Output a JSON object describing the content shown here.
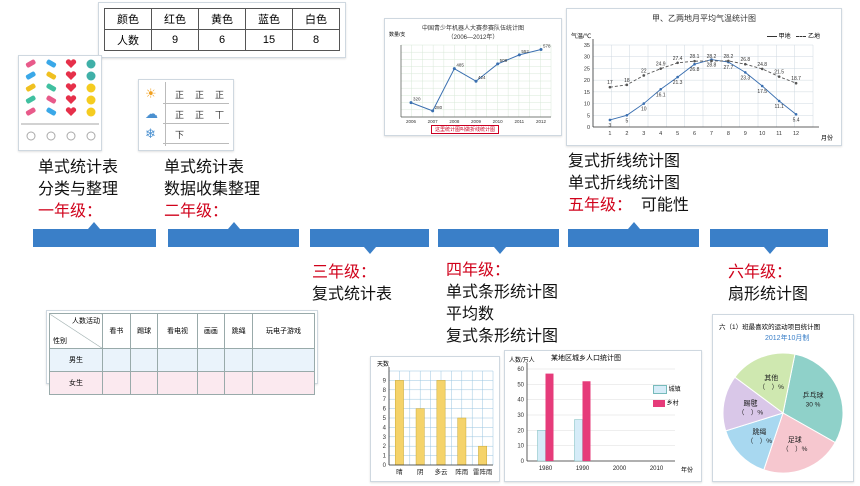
{
  "color_table": {
    "headers": [
      "颜色",
      "红色",
      "黄色",
      "蓝色",
      "白色"
    ],
    "row_label": "人数",
    "values": [
      "9",
      "6",
      "15",
      "8"
    ]
  },
  "tally_rows": [
    {
      "icon": "sun-icon",
      "marks": [
        "正",
        "正",
        "正"
      ]
    },
    {
      "icon": "cloud-icon",
      "marks": [
        "正",
        "正",
        "丅"
      ]
    },
    {
      "icon": "snow-icon",
      "marks": [
        "下"
      ]
    }
  ],
  "line_chart_1": {
    "title": "中国青少年机器人大赛参赛队伍统计图",
    "subtitle": "（2006—2012年）",
    "ylabel": "数量/支",
    "caption": "这里统计图叫做折线统计图",
    "chart_data": {
      "type": "line",
      "x": [
        "2006",
        "2007",
        "2008",
        "2009",
        "2010",
        "2011",
        "2012"
      ],
      "values": [
        320,
        280,
        485,
        424,
        508,
        552,
        578
      ],
      "ylim": [
        250,
        600
      ]
    }
  },
  "line_chart_2": {
    "title": "甲、乙两地月平均气温统计图",
    "ylabel": "气温/℃",
    "xlabel": "月份",
    "legend": [
      "甲地",
      "乙地"
    ],
    "chart_data": {
      "type": "line",
      "x": [
        1,
        2,
        3,
        4,
        5,
        6,
        7,
        8,
        9,
        10,
        11,
        12
      ],
      "ylim": [
        0,
        35
      ],
      "series": [
        {
          "name": "甲地",
          "values": [
            3,
            5,
            10,
            16.1,
            21.3,
            26.8,
            28.8,
            27.7,
            23.3,
            17.5,
            11.1,
            5.4
          ]
        },
        {
          "name": "乙地",
          "values": [
            17,
            18,
            22,
            24.9,
            27.4,
            28.1,
            28.2,
            28.2,
            26.8,
            24.8,
            21.5,
            18.7
          ]
        }
      ]
    }
  },
  "timeline": {
    "grade1": {
      "line1": "单式统计表",
      "line2": "分类与整理",
      "grade": "一年级："
    },
    "grade2": {
      "line1": "单式统计表",
      "line2": "数据收集整理",
      "grade": "二年级："
    },
    "grade3": {
      "grade": "三年级：",
      "line1": "复式统计表"
    },
    "grade4": {
      "grade": "四年级：",
      "line1": "单式条形统计图",
      "line2": "平均数",
      "line3": "复式条形统计图"
    },
    "grade5": {
      "line1": "复式折线统计图",
      "line2": "单式折线统计图",
      "grade": "五年级：",
      "extra": "可能性"
    },
    "grade6": {
      "grade": "六年级：",
      "line1": "扇形统计图"
    }
  },
  "activity_table": {
    "corner_top": "人数",
    "corner_mid": "活动",
    "corner_bottom": "性别",
    "headers": [
      "看书",
      "踢球",
      "看电视",
      "画画",
      "跳绳",
      "玩电子游戏"
    ],
    "rows": [
      "男生",
      "女生"
    ]
  },
  "bar_chart_1": {
    "ylabel": "天数",
    "chart_data": {
      "type": "bar",
      "categories": [
        "晴",
        "阴",
        "多云",
        "阵雨",
        "雷阵雨"
      ],
      "values": [
        9,
        6,
        9,
        5,
        2
      ],
      "ylim": [
        0,
        10
      ]
    }
  },
  "bar_chart_2": {
    "title": "某地区城乡人口统计图",
    "ylabel": "人数/万人",
    "xlabel": "年份",
    "legend": [
      "城镇",
      "乡村"
    ],
    "chart_data": {
      "type": "bar",
      "categories": [
        "1980",
        "1990",
        "2000",
        "2010"
      ],
      "series": [
        {
          "name": "城镇",
          "values": [
            20,
            27,
            0,
            0
          ]
        },
        {
          "name": "乡村",
          "values": [
            57,
            52,
            0,
            0
          ]
        }
      ],
      "ylim": [
        0,
        60
      ]
    }
  },
  "pie_chart": {
    "title": "六（1）班最喜欢的运动项目统计图",
    "subtitle": "2012年10月制",
    "chart_data": {
      "type": "pie",
      "labels": [
        "乒乓球",
        "足球",
        "跳绳",
        "踢毽",
        "其他"
      ],
      "display": [
        "30 %",
        "（　）%",
        "（　）%",
        "（　）%",
        "（　）%"
      ],
      "values": [
        30,
        22,
        15,
        15,
        18
      ],
      "colors": [
        "#8fd1c9",
        "#f6c7cf",
        "#a8d8f0",
        "#d9c7e8",
        "#cfe8b0"
      ]
    }
  }
}
